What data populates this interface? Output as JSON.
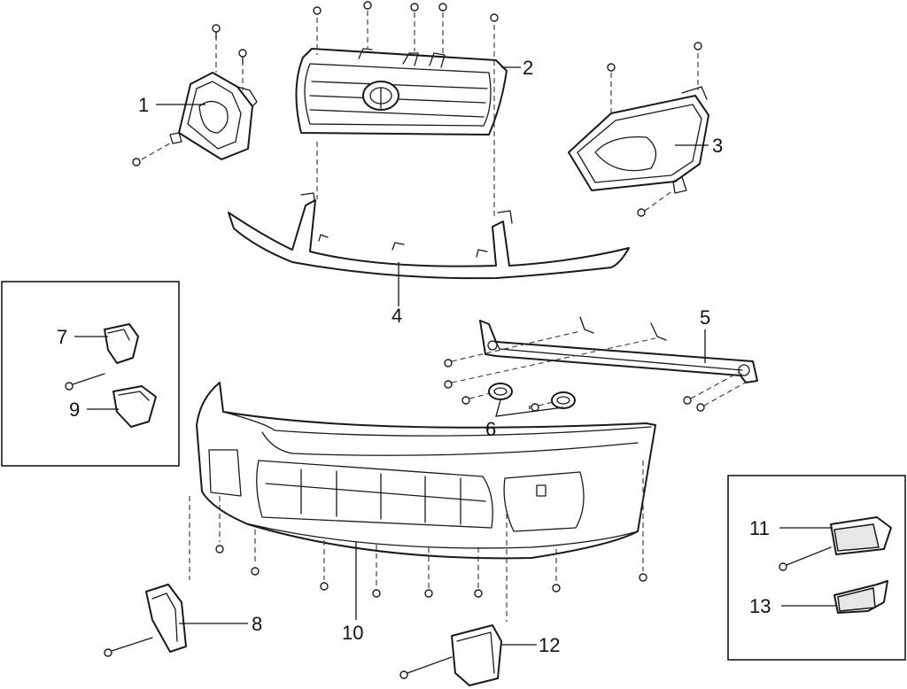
{
  "diagram": {
    "colors": {
      "ink": "#1a1a1a",
      "background": "#ffffff",
      "inset_frame": "#1a1a1a"
    },
    "callouts": [
      {
        "id": "p1",
        "text": "1"
      },
      {
        "id": "p2",
        "text": "2"
      },
      {
        "id": "p3",
        "text": "3"
      },
      {
        "id": "p4",
        "text": "4"
      },
      {
        "id": "p5",
        "text": "5"
      },
      {
        "id": "p6",
        "text": "6"
      },
      {
        "id": "p7",
        "text": "7"
      },
      {
        "id": "p8",
        "text": "8"
      },
      {
        "id": "p9",
        "text": "9"
      },
      {
        "id": "p10",
        "text": "10"
      },
      {
        "id": "p11",
        "text": "11"
      },
      {
        "id": "p12",
        "text": "12"
      },
      {
        "id": "p13",
        "text": "13"
      }
    ]
  }
}
